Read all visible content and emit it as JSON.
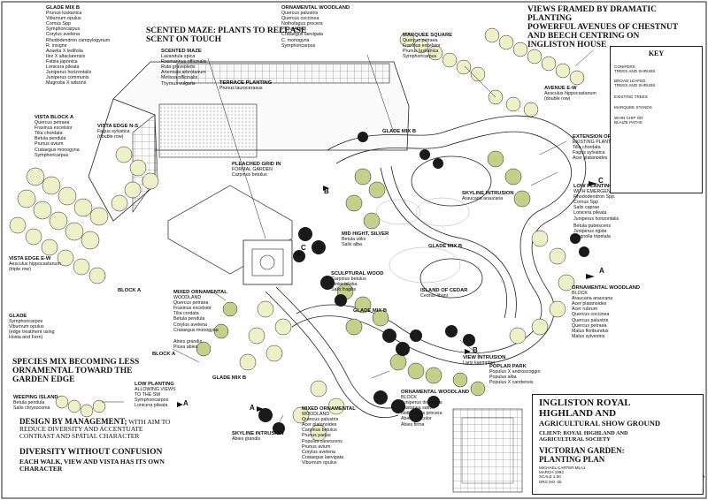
{
  "headings": {
    "views": [
      "VIEWS FRAMED BY DRAMATIC",
      "PLANTING",
      "POWERFUL AVENUES OF CHESTNUT",
      "AND BEECH CENTRING ON",
      "INGLISTON HOUSE"
    ],
    "scented": [
      "SCENTED MAZE: PLANTS TO RELEASE",
      "SCENT ON TOUCH"
    ],
    "species_mix": [
      "SPECIES MIX BECOMING LESS",
      "ORNAMENTAL TOWARD THE",
      "GARDEN EDGE"
    ],
    "design_bold": "DESIGN BY MANAGEMENT;",
    "design_rest": " WITH AIM TO",
    "design_lines": [
      "REDUCE DIVERSITY AND ACCENTUATE",
      "CONTRAST AND SPATIAL CHARACTER"
    ],
    "diversity": "DIVERSITY WITHOUT CONFUSION",
    "diversity_sub": [
      "EACH WALK, VIEW AND VISTA HAS ITS OWN",
      "CHARACTER"
    ]
  },
  "labels": [
    {
      "id": "glade-mix-b-tl",
      "title": "GLADE MIX B",
      "lines": [
        "Prunus lusitanica",
        "Viburnum opulus",
        "Cornus Spp",
        "Symphoricarpus",
        "Corylus avelena",
        "Rhododendron campylogynum",
        "R. insigne",
        "Azaelia X ledifolia",
        "Ilex X altaclarensis",
        "Fatsia japonica",
        "Lonicera pileata",
        "Juniperus horizontalis",
        "Juniperus communis",
        "Magnolia X wilsonii"
      ]
    },
    {
      "id": "scented-maze",
      "title": "SCENTED MAZE",
      "lines": [
        "Lavandula spica",
        "Rosmarinus officinalis",
        "Ruta graveolens",
        "Artemisia arbrotanum",
        "Melissa officinalis",
        "Thymus vulgaris"
      ]
    },
    {
      "id": "terrace-planting",
      "title": "TERRACE PLANTING",
      "lines": [
        "Prunus laurocerasus"
      ]
    },
    {
      "id": "ornamental-woodland-top",
      "title": "ORNAMENTAL WOODLAND",
      "lines": [
        "Quercus palustris",
        "Quercus coccinea",
        "Nothofagus procera",
        "Picea Abies",
        "Crataegus laevigata",
        "C. monogyna",
        "Symphoricarpus"
      ]
    },
    {
      "id": "marquee-square",
      "title": "MARQUEE SQUARE",
      "lines": [
        "Quercus petraea",
        "Fraxinus excelsior",
        "Prunus lusitanica",
        "Symphoricarpus"
      ]
    },
    {
      "id": "avenue-ew-top",
      "title": "AVENUE E-W",
      "lines": [
        "Aesculus hippocastanum",
        "(double row)"
      ]
    },
    {
      "id": "vista-block-a",
      "title": "VISTA BLOCK A",
      "lines": [
        "Quercus petraea",
        "Fraxinus excelsior",
        "Tilia chordata",
        "Betula pendula",
        "Prunus avium",
        "Crataegus monogyna",
        "Symphoricarpus"
      ]
    },
    {
      "id": "vista-edge-ns",
      "title": "VISTA EDGE N-S",
      "lines": [
        "Fagus sylvatica",
        "(double row)"
      ]
    },
    {
      "id": "glade-mix-b-top",
      "title": "GLADE MIX B",
      "lines": []
    },
    {
      "id": "pleached-grid",
      "title": "PLEACHED GRID IN",
      "lines": [
        "FORMAL GARDEN",
        "Carpinus betulus"
      ]
    },
    {
      "id": "extension",
      "title": "EXTENSION OF",
      "lines": [
        "EXISTING PLANTING",
        "Tilia chordata",
        "Fagus sylvatica",
        "Acer platanoides"
      ]
    },
    {
      "id": "skyline-intrusion-top",
      "title": "SKYLINE INTRUSION",
      "lines": [
        "Araucaria araucana"
      ]
    },
    {
      "id": "low-planting-emergents",
      "title": "LOW PLANTING",
      "lines": [
        "WITH EMERGENTS",
        "Rhododendron Spp.",
        "Cornus Spp",
        "Salix caprae",
        "Lonicera pileata",
        "Juniperus horizontalis"
      ]
    },
    {
      "id": "betula-group",
      "title": "",
      "lines": [
        "Betula pubescens",
        "Juniperus rigida",
        "Magnolia tripetala"
      ]
    },
    {
      "id": "mid-hight-silver",
      "title": "MID HIGHT, SILVER",
      "lines": [
        "Betula utilis",
        "Salix alba"
      ]
    },
    {
      "id": "glade-mix-b-mid",
      "title": "GLADE MIX B",
      "lines": []
    },
    {
      "id": "vista-edge-ew",
      "title": "VISTA EDGE E-W",
      "lines": [
        "Aesculus hippocastanum",
        "(triple row)"
      ]
    },
    {
      "id": "sculptural-wood",
      "title": "SCULPTURAL WOOD",
      "lines": [
        "Carpinus betulus",
        "Ginko biloba",
        "Salix fragilis"
      ]
    },
    {
      "id": "island-of-cedar",
      "title": "ISLAND OF CEDAR",
      "lines": [
        "Cedrus libani"
      ]
    },
    {
      "id": "ornamental-woodland-block",
      "title": "ORNAMENTAL WOODLAND",
      "lines": [
        "BLOCK",
        "Araucaria araucana",
        "Acer platanoides",
        "Acer rubrum",
        "Quercus coccinea",
        "Quercus palustris",
        "Quercus petraea",
        "Malus floribundus",
        "Malus sylvestris"
      ]
    },
    {
      "id": "block-a-left",
      "title": "BLOCK A",
      "lines": []
    },
    {
      "id": "glade-left",
      "title": "GLADE",
      "lines": [
        "Symphoricarpos",
        "Viburnum opulus",
        "(edge treatment using",
        "Hosta and Fern)"
      ]
    },
    {
      "id": "mixed-ornamental-woodland",
      "title": "MIXED ORNAMENTAL",
      "lines": [
        "WOODLAND",
        "Quercus petraea",
        "Fraxinus excelsior",
        "Tilia cordata",
        "Betula pendula",
        "Corylus avelena",
        "Crataegus monogyna"
      ]
    },
    {
      "id": "glade-mix-b-center",
      "title": "GLADE MIX B",
      "lines": []
    },
    {
      "id": "abies-picea",
      "title": "",
      "lines": [
        "Abies grandis",
        "Picea abies"
      ]
    },
    {
      "id": "block-a-mid",
      "title": "BLOCK A",
      "lines": []
    },
    {
      "id": "view-intrusion",
      "title": "VIEW INTRUSION",
      "lines": [
        "Larix kaempferi"
      ]
    },
    {
      "id": "poplar-park",
      "title": "POPLAR PARK",
      "lines": [
        "Populus X androscoggin",
        "Populus alba",
        "Populus X candensis"
      ]
    },
    {
      "id": "weeping-island",
      "title": "WEEPING ISLAND",
      "lines": [
        "Betula pendula",
        "Salix chrysocoma"
      ]
    },
    {
      "id": "low-planting-views",
      "title": "LOW PLANTING",
      "lines": [
        "ALLOWING VIEWS",
        "TO THE SW",
        "Symphoricarpos",
        "Lonicera pileata"
      ]
    },
    {
      "id": "glade-mix-b-bottom",
      "title": "GLADE MIX B",
      "lines": []
    },
    {
      "id": "ornamental-woodland-block-bottom",
      "title": "ORNAMENTAL WOODLAND",
      "lines": [
        "BLOCK",
        "Juniperus drupacea",
        "Castanea sativa",
        "Nothofagus procera",
        "Abies concolor",
        "Abies firma"
      ]
    },
    {
      "id": "mixed-ornamental-woodland-bottom",
      "title": "MIXED ORNAMENTAL",
      "lines": [
        "WOODLAND",
        "Quercus palustris",
        "Acer platanoides",
        "Carpinus betulus",
        "Prunus padus",
        "Populus canescens",
        "Prunus avium",
        "Corylus avelena",
        "Crataegus laevigata",
        "Viburnum opulus"
      ]
    },
    {
      "id": "skyline-intrusion-bottom",
      "title": "SKYLINE INTRUSION",
      "lines": [
        "Abies grandis"
      ]
    }
  ],
  "section_marks": [
    "A",
    "B",
    "C",
    "A",
    "B",
    "C",
    "A"
  ],
  "key": {
    "title": "KEY",
    "rows": [
      "CONIFERS",
      "TREES AND SHRUBS",
      "BROAD LEAFED",
      "TREES AND SHRUBS",
      "EXISTING TREES",
      "MARQUEE STANDS",
      "WHIN CHIP OR",
      "BLAIZE PATHS"
    ]
  },
  "title_block": {
    "title": [
      "INGLISTON ROYAL",
      "HIGHLAND AND",
      "AGRICULTURAL SHOW GROUND"
    ],
    "client": [
      "CLIENT: ROYAL HIGHLAND AND",
      "AGRICULTURAL SOCIETY"
    ],
    "drawing": [
      "VICTORIAN GARDEN:",
      "PLANTING PLAN"
    ],
    "meta": [
      "MICHAEL CARTER MLA1",
      "MARCH 1993",
      "SCALE 1:00",
      "DRG NO. 05"
    ]
  },
  "colors": {
    "ink": "#111111",
    "conifer": "#1a1a1a",
    "broadleaf_light": "#eef0c8",
    "broadleaf_green": "#c4d08a",
    "path": "#ffffff",
    "grass": "#f6f6f0"
  }
}
